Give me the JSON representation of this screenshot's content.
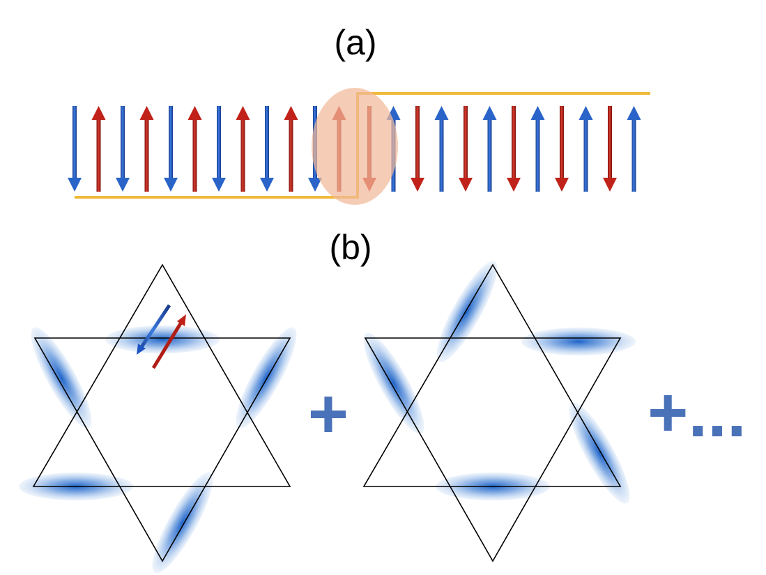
{
  "panel_a": {
    "label": "(a)",
    "left_chain_spins": [
      "down",
      "up",
      "down",
      "up",
      "down",
      "up",
      "down",
      "up",
      "down",
      "up",
      "down",
      "up"
    ],
    "right_chain_spins": [
      "down",
      "up",
      "down",
      "up",
      "down",
      "up",
      "down",
      "up",
      "down",
      "up",
      "down",
      "up"
    ],
    "colors": {
      "spin_a": "#2a64c8",
      "spin_b": "#c0221a",
      "boundary": "#f0b93a",
      "domain_wall": "#f1b89a"
    }
  },
  "panel_b": {
    "label": "(b)",
    "plus_1": "+",
    "plus_2": "+...",
    "colors": {
      "lattice": "#000000",
      "singlet": "#3f7fd6",
      "plus": "#4a72b8"
    }
  }
}
